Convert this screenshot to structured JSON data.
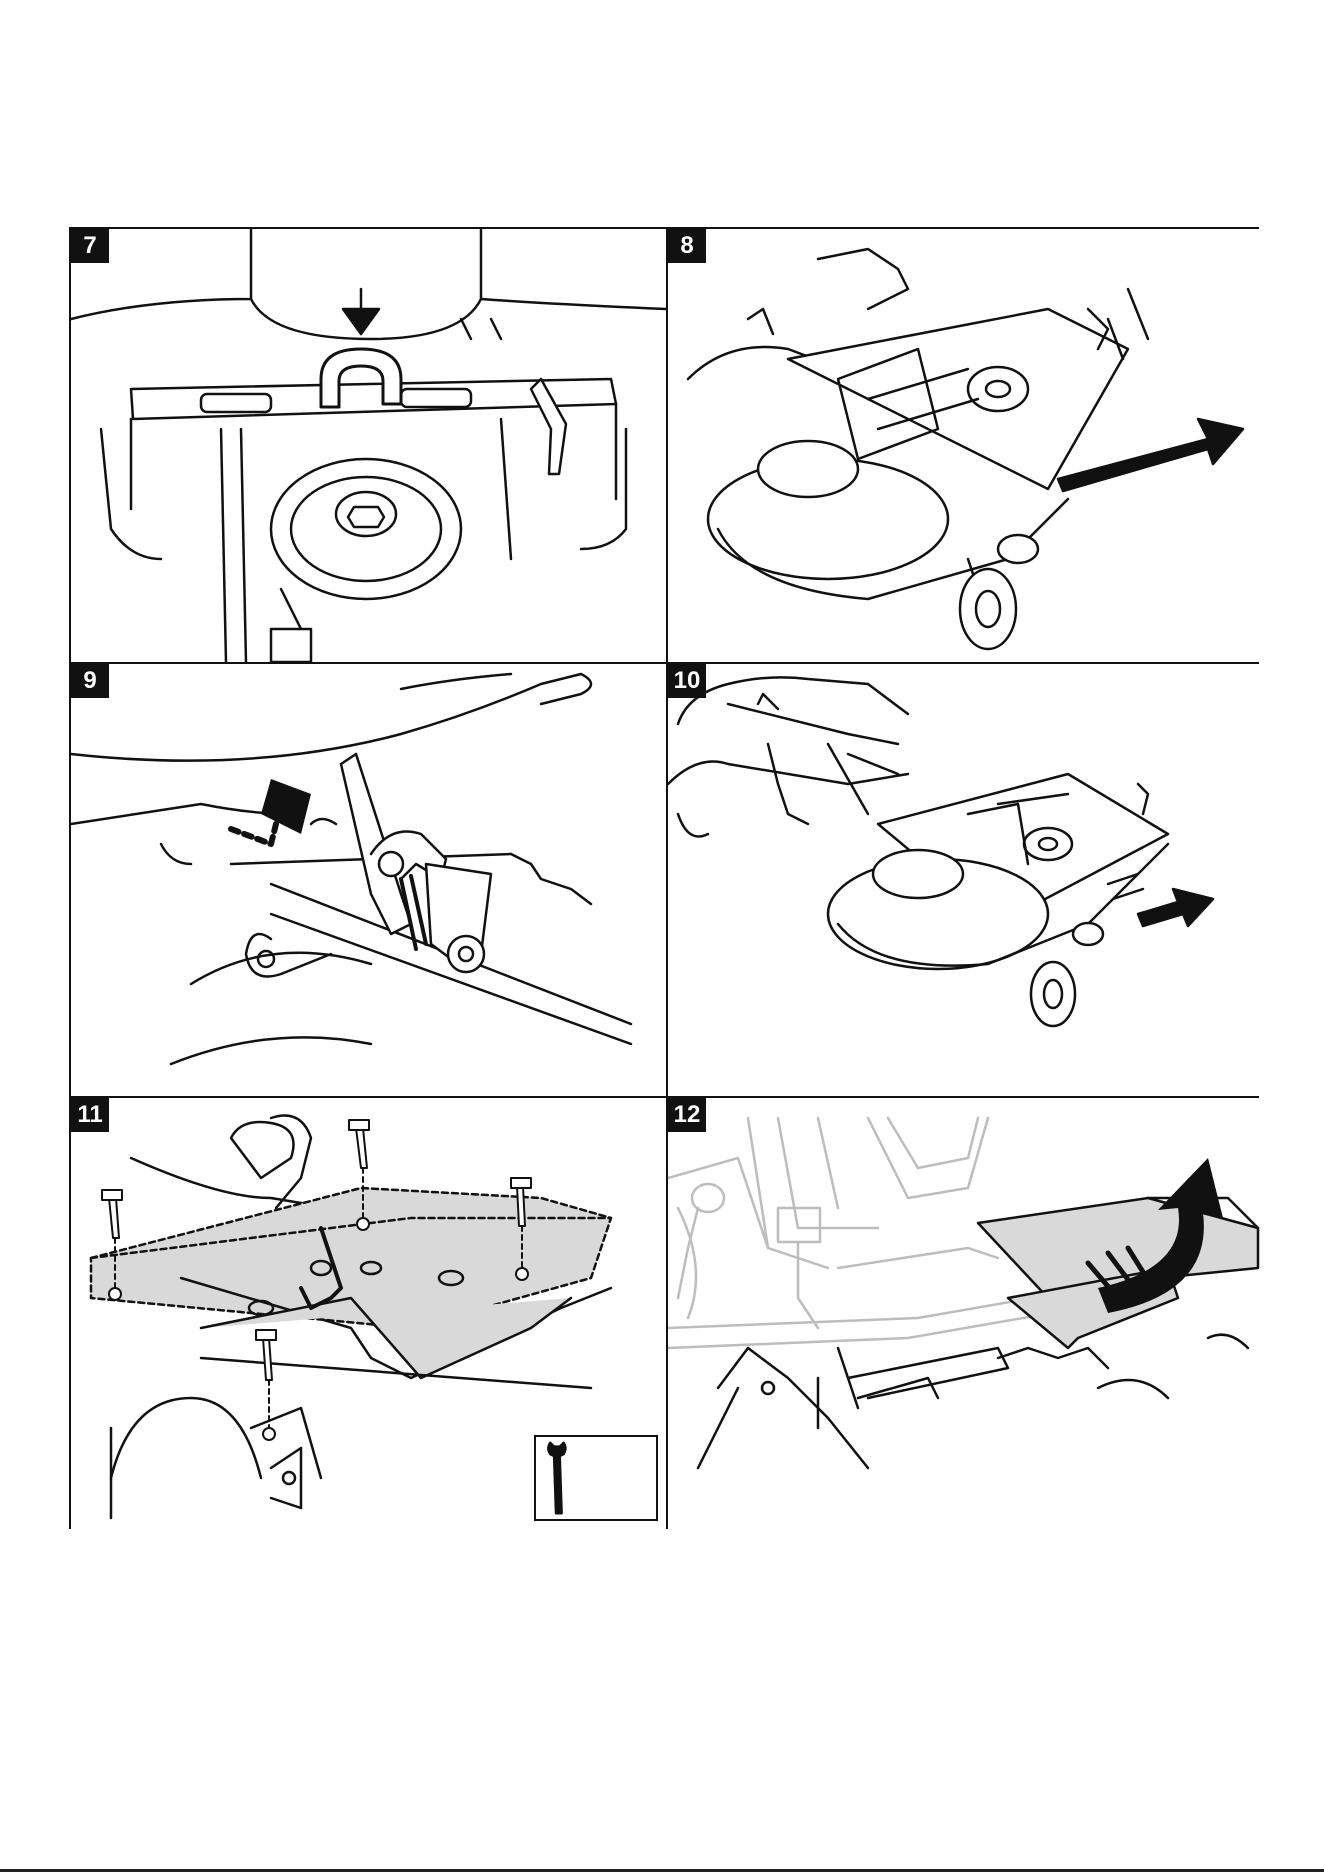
{
  "figures": [
    {
      "number": "7",
      "subject": "seat-lift-step-press-lever"
    },
    {
      "number": "8",
      "subject": "mower-deck-pull-out"
    },
    {
      "number": "9",
      "subject": "lever-release"
    },
    {
      "number": "10",
      "subject": "deck-removed"
    },
    {
      "number": "11",
      "subject": "floor-plate-bolts",
      "icon": "wrench-icon"
    },
    {
      "number": "12",
      "subject": "floor-plate-lift"
    }
  ],
  "colors": {
    "line": "#111111",
    "shade": "#d9d9d9",
    "faint": "#bdbdbd"
  }
}
